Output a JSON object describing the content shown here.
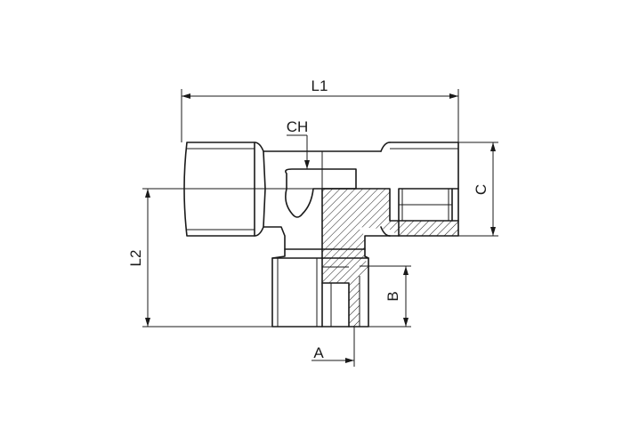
{
  "labels": {
    "l1": "L1",
    "ch": "CH",
    "c": "C",
    "l2": "L2",
    "b": "B",
    "a": "A"
  },
  "colors": {
    "line": "#1a1a1a",
    "hatch": "#1a1a1a",
    "background": "#ffffff"
  }
}
